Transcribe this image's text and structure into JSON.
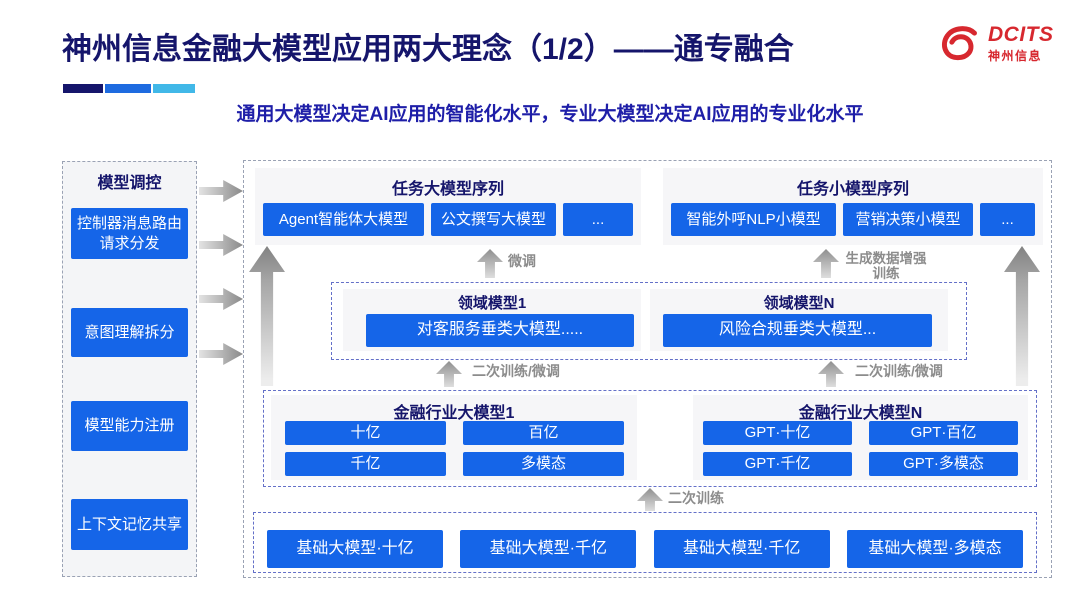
{
  "header": {
    "title": "神州信息金融大模型应用两大理念（1/2）——通专融合",
    "subtitle": "通用大模型决定AI应用的智能化水平，专业大模型决定AI应用的专业化水平",
    "logo": {
      "brand": "DCITS",
      "brand_cn": "神州信息"
    }
  },
  "sidebar": {
    "title": "模型调控",
    "items": [
      {
        "label": "控制器消息路由请求分发"
      },
      {
        "label": "意图理解拆分"
      },
      {
        "label": "模型能力注册"
      },
      {
        "label": "上下文记忆共享"
      }
    ]
  },
  "diagram": {
    "task_large_models": {
      "title": "任务大模型序列",
      "items": [
        "Agent智能体大模型",
        "公文撰写大模型",
        "..."
      ]
    },
    "task_small_models": {
      "title": "任务小模型序列",
      "items": [
        "智能外呼NLP小模型",
        "营销决策小模型",
        "..."
      ]
    },
    "domain_models": [
      {
        "title": "领域模型1",
        "model": "对客服务垂类大模型....."
      },
      {
        "title": "领域模型N",
        "model": "风险合规垂类大模型..."
      }
    ],
    "industry_models": [
      {
        "title": "金融行业大模型1",
        "items": [
          "十亿",
          "百亿",
          "千亿",
          "多模态"
        ]
      },
      {
        "title": "金融行业大模型N",
        "items": [
          "GPT·十亿",
          "GPT·百亿",
          "GPT·千亿",
          "GPT·多模态"
        ]
      }
    ],
    "foundation_models": [
      "基础大模型·十亿",
      "基础大模型·千亿",
      "基础大模型·千亿",
      "基础大模型·多模态"
    ],
    "arrow_labels": {
      "finetune": "微调",
      "gen_data_training": "生成数据增强训练",
      "secondary_training_finetune_left": "二次训练/微调",
      "secondary_training_finetune_right": "二次训练/微调",
      "secondary_training": "二次训练"
    }
  },
  "colors": {
    "accent_blue": "#1565e8",
    "title_navy": "#15156b",
    "subtitle_blue": "#1e1ea8",
    "logo_red": "#d7282f",
    "arrow_gray": "#8f8f8f",
    "section_bg": "#f6f6f8"
  }
}
